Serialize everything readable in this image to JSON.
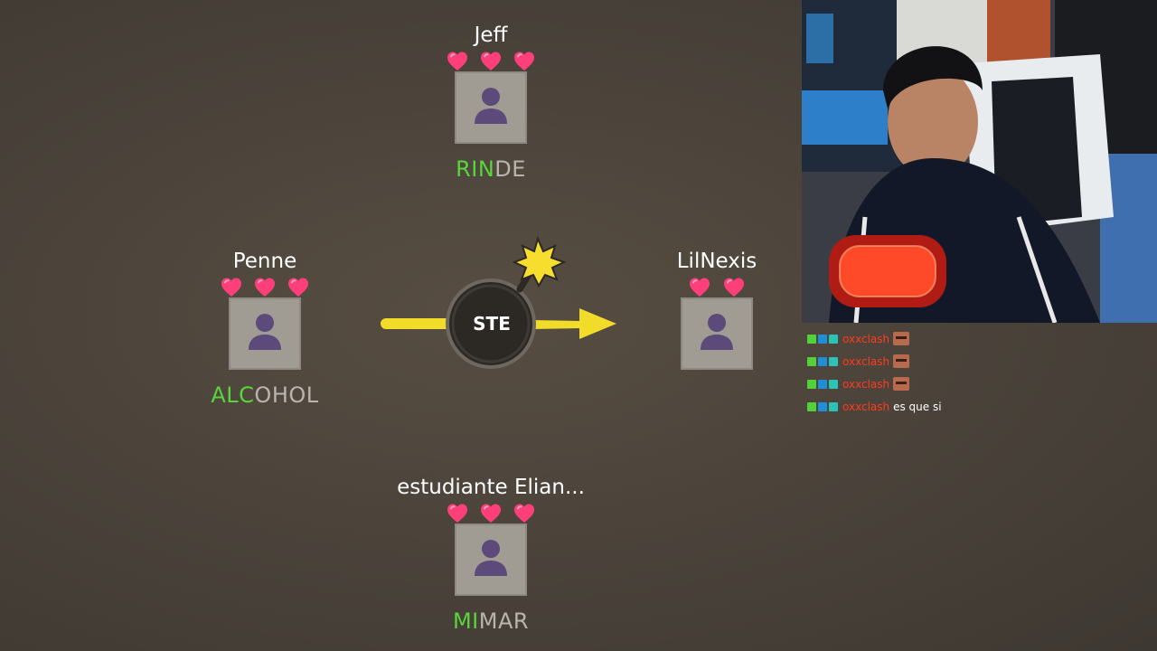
{
  "players": [
    {
      "id": "jeff",
      "name": "Jeff",
      "hearts": 3,
      "typed": "RIN",
      "rest": "DE"
    },
    {
      "id": "penne",
      "name": "Penne",
      "hearts": 3,
      "typed": "ALC",
      "rest": "OHOL"
    },
    {
      "id": "lilnexis",
      "name": "LilNexis",
      "hearts": 2,
      "typed": "",
      "rest": ""
    },
    {
      "id": "estudiante",
      "name": "estudiante Elian...",
      "hearts": 3,
      "typed": "MI",
      "rest": "MAR"
    }
  ],
  "bomb": {
    "syllable": "STE"
  },
  "chat": [
    {
      "user": "oxxclash",
      "message": "",
      "emote": true
    },
    {
      "user": "oxxclash",
      "message": "",
      "emote": true
    },
    {
      "user": "oxxclash",
      "message": "",
      "emote": true
    },
    {
      "user": "oxxclash",
      "message": "es que si",
      "emote": false
    }
  ],
  "colors": {
    "typed": "#58d63a",
    "rest": "#b9b4ad",
    "heart": "#ff3f7a",
    "arrow": "#f2dc2a",
    "username": "#ff3a1e"
  }
}
